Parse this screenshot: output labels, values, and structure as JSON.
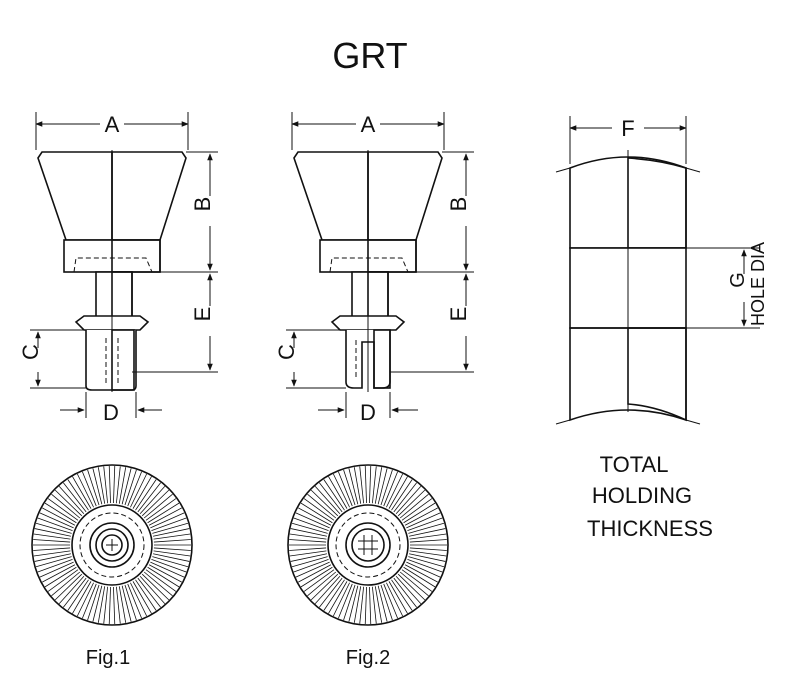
{
  "title": "GRT",
  "figures": [
    {
      "caption": "Fig.1",
      "labels": {
        "a": "A",
        "b": "B",
        "c": "C",
        "d": "D",
        "e": "E"
      }
    },
    {
      "caption": "Fig.2",
      "labels": {
        "a": "A",
        "b": "B",
        "c": "C",
        "d": "D",
        "e": "E"
      }
    }
  ],
  "panel": {
    "label_f": "F",
    "label_g": "G",
    "label_hole": "HOLE DIA",
    "caption_lines": [
      "TOTAL",
      "HOLDING",
      "THICKNESS"
    ]
  },
  "colors": {
    "ink": "#111111",
    "paper": "#ffffff"
  }
}
